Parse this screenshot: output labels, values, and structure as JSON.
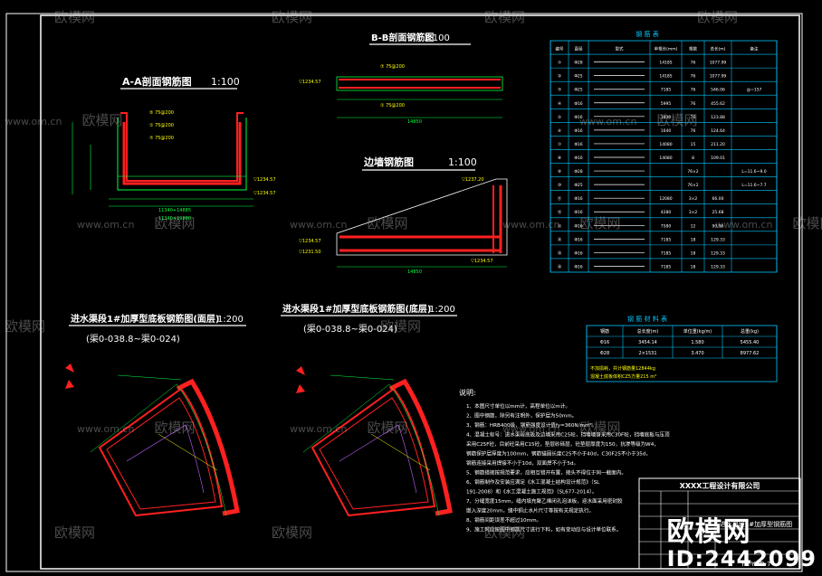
{
  "drawing": {
    "section_aa_title": "A-A剖面钢筋图",
    "section_aa_scale": "1:100",
    "section_bb_title": "B-B剖面钢筋图",
    "section_bb_scale": "1:100",
    "side_wall_title": "边墙钢筋图",
    "side_wall_scale": "1:100",
    "plan_top_title": "进水渠段1#加厚型底板钢筋图(面层)",
    "plan_top_scale": "1:200",
    "plan_top_range": "(渠0-038.8~渠0-024)",
    "plan_bottom_title": "进水渠段1#加厚型底板钢筋图(底层)",
    "plan_bottom_scale": "1:200",
    "plan_bottom_range": "(渠0-038.8~渠0-024)"
  },
  "rebar_table": {
    "title": "钢 筋 表",
    "headers": [
      "编号",
      "直径",
      "型式",
      "单根长(mm)",
      "根数",
      "总长(m)",
      "备注"
    ],
    "rows": [
      [
        "①",
        "Φ28",
        "",
        "14185",
        "76",
        "1077.99",
        ""
      ],
      [
        "②",
        "Φ25",
        "",
        "14185",
        "76",
        "1077.99",
        ""
      ],
      [
        "③",
        "Φ25",
        "",
        "7185",
        "76",
        "546.06",
        "@=157"
      ],
      [
        "④",
        "Φ16",
        "",
        "5995",
        "76",
        "455.62",
        ""
      ],
      [
        "⑤",
        "Φ16",
        "",
        "1630",
        "76",
        "123.88",
        ""
      ],
      [
        "⑥",
        "Φ16",
        "",
        "1640",
        "76",
        "124.64",
        ""
      ],
      [
        "⑦",
        "Φ16",
        "",
        "14080",
        "15",
        "211.20",
        ""
      ],
      [
        "⑧",
        "Φ16",
        "",
        "14080",
        "8",
        "109.01",
        ""
      ],
      [
        "⑨",
        "Φ28",
        "",
        "",
        "76×2",
        "",
        "L=11.6~9.0"
      ],
      [
        "⑩",
        "Φ25",
        "",
        "",
        "76×2",
        "",
        "L=11.6~7.7"
      ],
      [
        "⑪",
        "Φ16",
        "",
        "12080",
        "3×2",
        "66.00",
        ""
      ],
      [
        "⑫",
        "Φ16",
        "",
        "4280",
        "3×2",
        "25.68",
        ""
      ],
      [
        "⑬",
        "Φ16",
        "",
        "7580",
        "12",
        "90.96",
        ""
      ],
      [
        "⑭",
        "Φ16",
        "",
        "7185",
        "18",
        "129.33",
        ""
      ],
      [
        "⑮",
        "Φ16",
        "",
        "7185",
        "18",
        "129.33",
        ""
      ],
      [
        "⑯",
        "Φ16",
        "",
        "7185",
        "18",
        "129.33",
        ""
      ]
    ]
  },
  "material_table": {
    "title": "钢 筋 材 料 表",
    "headers": [
      "钢筋",
      "总长度(m)",
      "单位重(kg/m)",
      "总重(kg)"
    ],
    "rows": [
      [
        "Φ16",
        "3454.14",
        "1.580",
        "5455.40"
      ],
      [
        "Φ28",
        "2×1531",
        "3.470",
        "8977.62"
      ]
    ],
    "note1": "不加损耗，共计钢筋量12844kg",
    "note2": "混凝土底板体积CZ5方量215 m³"
  },
  "notes": {
    "title": "说明:",
    "lines": [
      "1、本图尺寸单位以mm计，高程单位以m计。",
      "2、图中钢筋，除另有注明外，保护层为50mm。",
      "3、钢筋：HRB400级，钢筋强度设计值fy=360N/mm²。",
      "4、混凝土标号：进水渠段底板及边墙采用C25砼，挡墙墙身采用C30F砼，挡墙底板与压顶",
      "   采用C25F砼，目前砼采用C15砼，垫层砂砾层，砼垫层厚度为150，抗渗等级为W4，",
      "   钢筋保护层厚度为100mm，钢筋锚固长度C25不小于40d，C30F25不小于35d，",
      "   钢筋连接采用焊接不小于10d，双面焊不小于5d。",
      "5、钢筋搭接按规范要求，应相互错开布置，接头不得位于同一截面内。",
      "6、钢筋制作及安装应满足《水工混凝土结构设计规范》（SL",
      "   191-2008）和《水工混凝土施工规范》（SL677-2014）。",
      "7、分缝宽度15mm，缝内填充聚乙烯闭孔泡沫板，迎水面采用密封胶",
      "   嵌入深度20mm，缝中铜止水片尺寸等按有关规定执行。",
      "8、钢筋间距误差不超过10mm。",
      "9、施工时应按图中钢筋尺寸进行下料，如有变动应与设计单位联系。"
    ]
  },
  "title_block": {
    "company": "XXXX工程设计有限公司",
    "drawing_name": "进水渠段1#加厚型钢筋图",
    "drawing_number": "YN-YHD-7"
  },
  "watermark": {
    "brand": "欧模网",
    "site": "www.om.cn",
    "id_text": "ID:2442099"
  },
  "colors": {
    "background": "#000000",
    "frame": "#ffffff",
    "title_text": "#ffffff",
    "rebar_red": "#ff2020",
    "rebar_green": "#00ff40",
    "table_cyan": "#00c8ff",
    "text_yellow": "#ffff00",
    "dim_green": "#00ff00",
    "fill_blue": "#2040ff"
  }
}
